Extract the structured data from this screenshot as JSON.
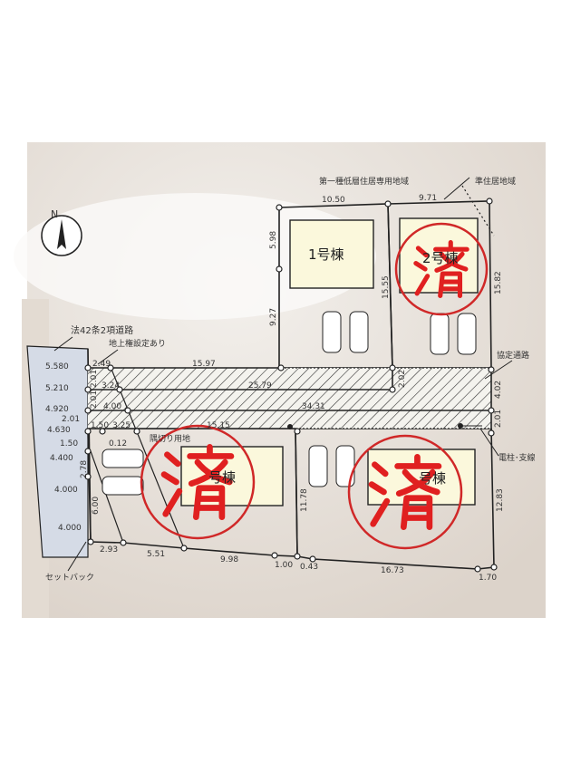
{
  "compass": {
    "north": "N"
  },
  "labels": {
    "road_42": "法42条2項道路",
    "surface_right": "地上権設定あり",
    "zone_low": "第一種低層住居専用地域",
    "zone_quasi": "準住居地域",
    "agreement_road": "協定通路",
    "pole": "電柱･支線",
    "corner_cut": "隅切り用地",
    "setback": "セットバック"
  },
  "buildings": {
    "b1": "1号棟",
    "b2": "2号棟",
    "b3": "号棟",
    "b4": "号棟"
  },
  "sold_mark": "済",
  "road_widths": [
    "5.580",
    "5.210",
    "4.920",
    "4.630",
    "4.400",
    "4.000",
    "4.000"
  ],
  "dims": {
    "d1050": "10.50",
    "d971": "9.71",
    "d598": "5.98",
    "d927": "9.27",
    "d1555": "15.55",
    "d1582": "15.82",
    "d249": "2.49",
    "d1597": "15.97",
    "d201a": "2.01",
    "d324": "3.24",
    "d2579": "25.79",
    "d201b": "2.01",
    "d400": "4.00",
    "d3431": "34.31",
    "d201c": "2.01",
    "d150a": "1.50",
    "d325": "3.25",
    "d1515": "15.15",
    "d150b": "1.50",
    "d012": "0.12",
    "d278": "2.78",
    "d600": "6.00",
    "d293": "2.93",
    "d551": "5.51",
    "d998": "9.98",
    "d100": "1.00",
    "d043": "0.43",
    "d1673": "16.73",
    "d170": "1.70",
    "d1178": "11.78",
    "d1283": "12.83",
    "d202": "2.02",
    "d402": "4.02",
    "d201d": "2.01"
  }
}
